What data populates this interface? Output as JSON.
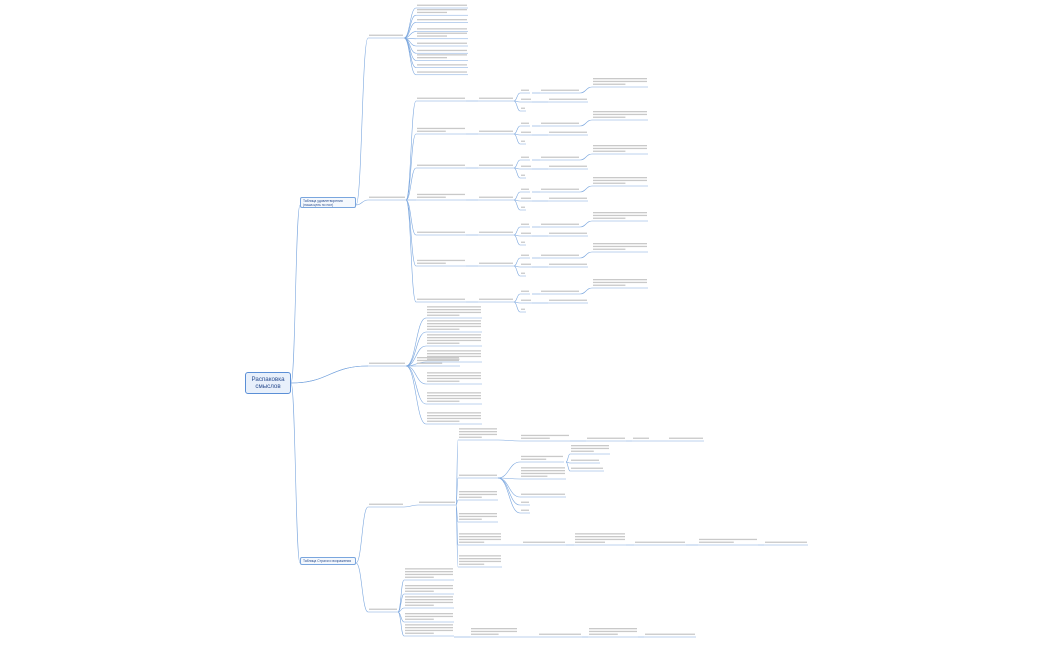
{
  "mindmap": {
    "central_topic": "Распаковка смыслов",
    "branches": [
      {
        "id": "b1",
        "label": "Таблица удовлетворения (наша цель по пол)"
      },
      {
        "id": "b2",
        "label": "Таблица Страхи и возражения"
      }
    ]
  },
  "colors": {
    "connector": "#7aa6de",
    "center_border": "#5b8fd6",
    "center_fill": "#e8f0fb",
    "text": "#2a4d8f",
    "placeholder": "#c9c9c9"
  }
}
